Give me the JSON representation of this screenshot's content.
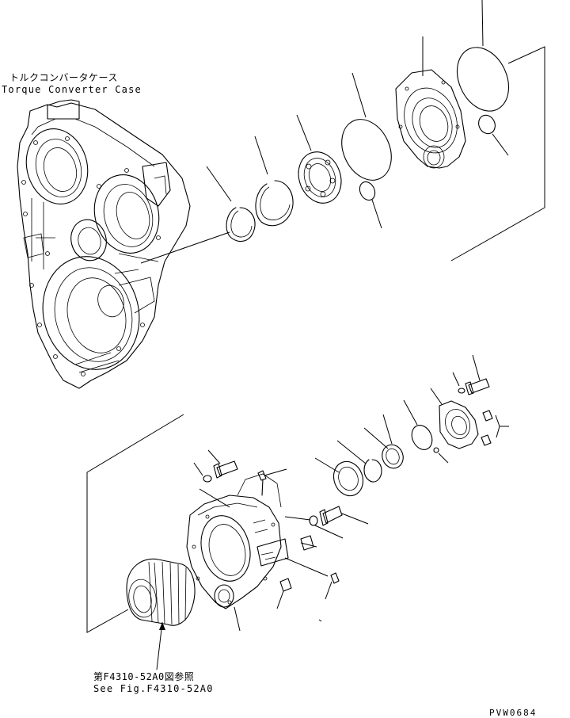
{
  "labels": {
    "case_jp": "トルクコンバータケース",
    "case_en": "Torque Converter Case",
    "ref_jp": "第F4310-52A0図参照",
    "ref_en": "See Fig.F4310-52A0",
    "drawing_code": "PVW0684"
  },
  "colors": {
    "line": "#000000",
    "background": "#ffffff"
  }
}
